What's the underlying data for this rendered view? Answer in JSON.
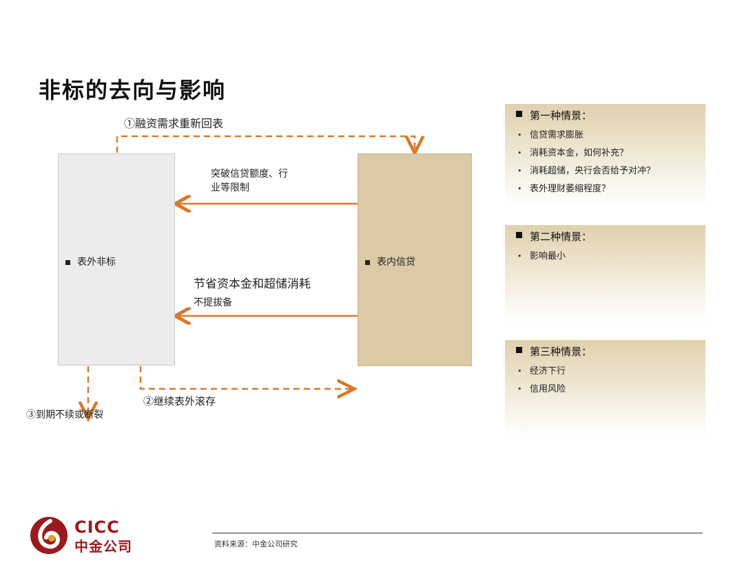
{
  "title": "非标的去向与影响",
  "flow": {
    "left_box_label": "表外非标",
    "right_box_label": "表内信贷",
    "top_loop_label": "①融资需求重新回表",
    "arrow1_label_line1": "突破信贷额度、行",
    "arrow1_label_line2": "业等限制",
    "arrow2_label_main": "节省资本金和超储消耗",
    "arrow2_label_sub": "不提拔备",
    "bottom_right_label": "②继续表外滚存",
    "bottom_left_label": "③到期不续或断裂"
  },
  "scenarios": [
    {
      "heading": "第一种情景：",
      "items": [
        "信贷需求膨胀",
        "消耗资本金，如何补充？",
        "消耗超储，央行会否给予对冲？",
        "表外理财萎缩程度？"
      ]
    },
    {
      "heading": "第二种情景：",
      "items": [
        "影响最小"
      ]
    },
    {
      "heading": "第三种情景：",
      "items": [
        "经济下行",
        "信用风险"
      ]
    }
  ],
  "footer": {
    "source": "资料来源：中金公司研究"
  },
  "logo": {
    "en": "CICC",
    "cn": "中金公司"
  },
  "colors": {
    "arrow": "#d9782b",
    "brand": "#9a1a1e",
    "panel": "#e0d0ae",
    "right_box": "#dccaa7",
    "left_box": "#ececec"
  }
}
